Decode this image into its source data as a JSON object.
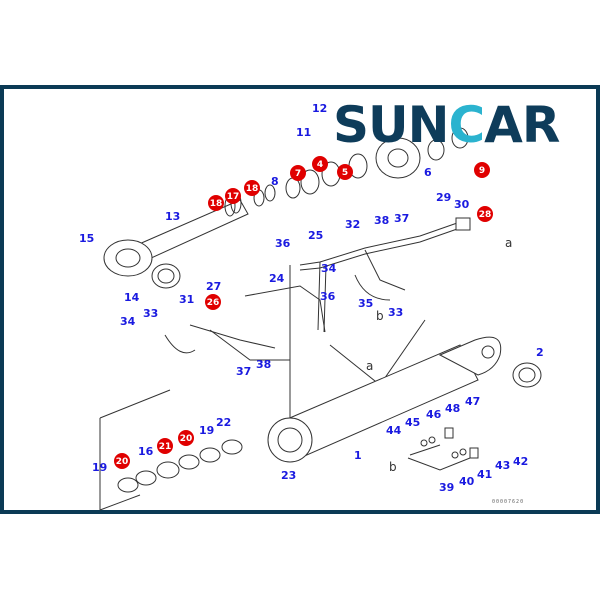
{
  "logo": {
    "part1": "SUN",
    "part2": "C",
    "part3": "AR",
    "colors": {
      "dark": "#0e3c5a",
      "accent": "#2bb3cf"
    }
  },
  "frame_color": "#0b3a55",
  "label_colors": {
    "blue": "#1a1ae0",
    "red": "#e00000"
  },
  "drawing_code": "00007620",
  "blue_labels": [
    "11",
    "12",
    "6",
    "8",
    "13",
    "15",
    "14",
    "29",
    "30",
    "38",
    "37",
    "32",
    "25",
    "36",
    "24",
    "27",
    "31",
    "34",
    "33",
    "36",
    "35",
    "33",
    "34",
    "37",
    "38",
    "2",
    "1",
    "22",
    "19",
    "16",
    "19",
    "23",
    "44",
    "45",
    "46",
    "48",
    "47",
    "42",
    "43",
    "41",
    "40",
    "39"
  ],
  "red_labels": [
    "9",
    "5",
    "4",
    "7",
    "18",
    "17",
    "18",
    "28",
    "26",
    "20",
    "21",
    "20"
  ],
  "ref_letters": [
    "a",
    "a",
    "b",
    "b"
  ]
}
